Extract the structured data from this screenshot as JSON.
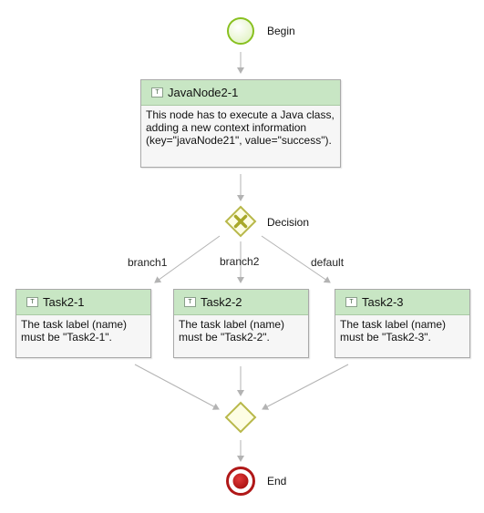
{
  "colors": {
    "task_header": "#c8e6c4",
    "start_stroke": "#88c020",
    "start_fill": "#e9f6d0",
    "gateway_stroke": "#b8b84a",
    "gateway_fill": "#fdfde4",
    "end_stroke": "#b01818",
    "end_fill": "#c81c1c",
    "connector": "#b3b3b3"
  },
  "nodes": {
    "begin": {
      "label": "Begin"
    },
    "java_node": {
      "icon": "task-icon",
      "title": "JavaNode2-1",
      "description": "This node has to execute a Java class, adding a new context information (key=\"javaNode21\", value=\"success\")."
    },
    "decision": {
      "label": "Decision",
      "icon": "x-icon"
    },
    "tasks": [
      {
        "icon": "task-icon",
        "title": "Task2-1",
        "description": "The task label (name) must be \"Task2-1\"."
      },
      {
        "icon": "task-icon",
        "title": "Task2-2",
        "description": "The task label (name) must be \"Task2-2\"."
      },
      {
        "icon": "task-icon",
        "title": "Task2-3",
        "description": "The task label (name) must be \"Task2-3\"."
      }
    ],
    "join": {
      "label": ""
    },
    "end": {
      "label": "End"
    }
  },
  "edges": {
    "branch_labels": [
      "branch1",
      "branch2",
      "default"
    ]
  }
}
